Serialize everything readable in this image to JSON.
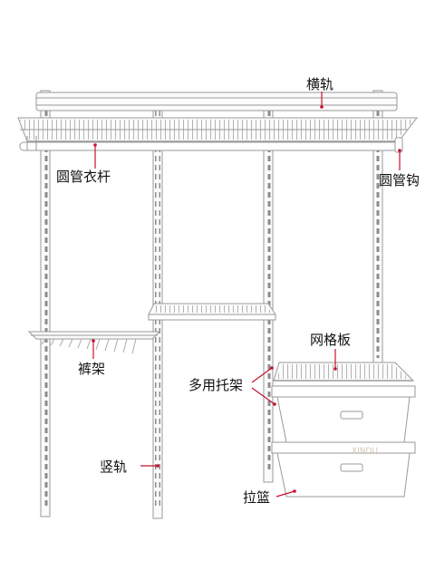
{
  "labels": {
    "top_rail": "横轨",
    "hanging_rod": "圆管衣杆",
    "rod_hook": "圆管钩",
    "pants_rack": "裤架",
    "wire_shelf": "网格板",
    "multi_bracket": "多用托架",
    "vertical_rail": "竖轨",
    "pull_basket": "拉篮"
  },
  "watermark": "XINDU",
  "colors": {
    "outline": "#9a9a9a",
    "fill": "#fbfbfb",
    "leader": "#c8102e",
    "text": "#111111"
  }
}
